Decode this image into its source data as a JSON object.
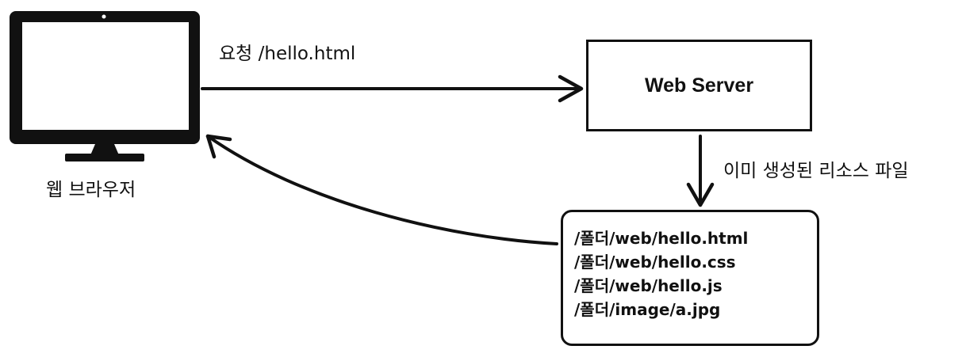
{
  "request": {
    "label": "요청 /hello.html"
  },
  "browser": {
    "label": "웹 브라우저",
    "icon": "monitor-icon"
  },
  "server": {
    "label": "Web Server"
  },
  "resources": {
    "label": "이미 생성된 리소스 파일",
    "files": [
      "/폴더/web/hello.html",
      "/폴더/web/hello.css",
      "/폴더/web/hello.js",
      "/폴더/image/a.jpg"
    ]
  },
  "colors": {
    "stroke": "#111111",
    "background": "#ffffff"
  }
}
